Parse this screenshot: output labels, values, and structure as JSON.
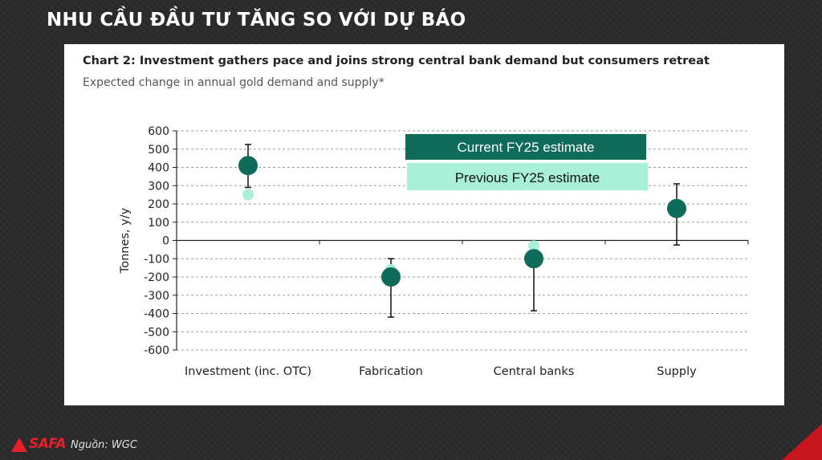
{
  "page": {
    "title": "NHU CẦU ĐẦU TƯ TĂNG SO VỚI DỰ BÁO"
  },
  "footer": {
    "logo_text": "SAFA",
    "source": "Nguồn: WGC"
  },
  "colors": {
    "current": "#0f6b5a",
    "previous": "#a8f0d8",
    "whisker": "#111111",
    "grid": "#999999"
  },
  "chart_data": {
    "type": "scatter",
    "title": "Chart 2: Investment gathers pace and joins strong central bank demand but consumers retreat",
    "subtitle": "Expected change in annual gold demand and supply*",
    "xlabel": "",
    "ylabel": "Tonnes, y/y",
    "ylim": [
      -600,
      600
    ],
    "yticks": [
      "-600",
      "-500",
      "-400",
      "-300",
      "-200",
      "-100",
      "0",
      "100",
      "200",
      "300",
      "400",
      "500",
      "600"
    ],
    "categories": [
      "Investment (inc. OTC)",
      "Fabrication",
      "Central banks",
      "Supply"
    ],
    "grid": true,
    "legend_position": "top-center",
    "series": [
      {
        "name": "Current FY25 estimate",
        "values": [
          410,
          -200,
          -100,
          175
        ]
      },
      {
        "name": "Previous FY25 estimate",
        "values": [
          250,
          -160,
          -30,
          175
        ]
      }
    ],
    "range": {
      "low": [
        290,
        -420,
        -385,
        -25
      ],
      "high": [
        525,
        -100,
        -15,
        310
      ]
    }
  }
}
